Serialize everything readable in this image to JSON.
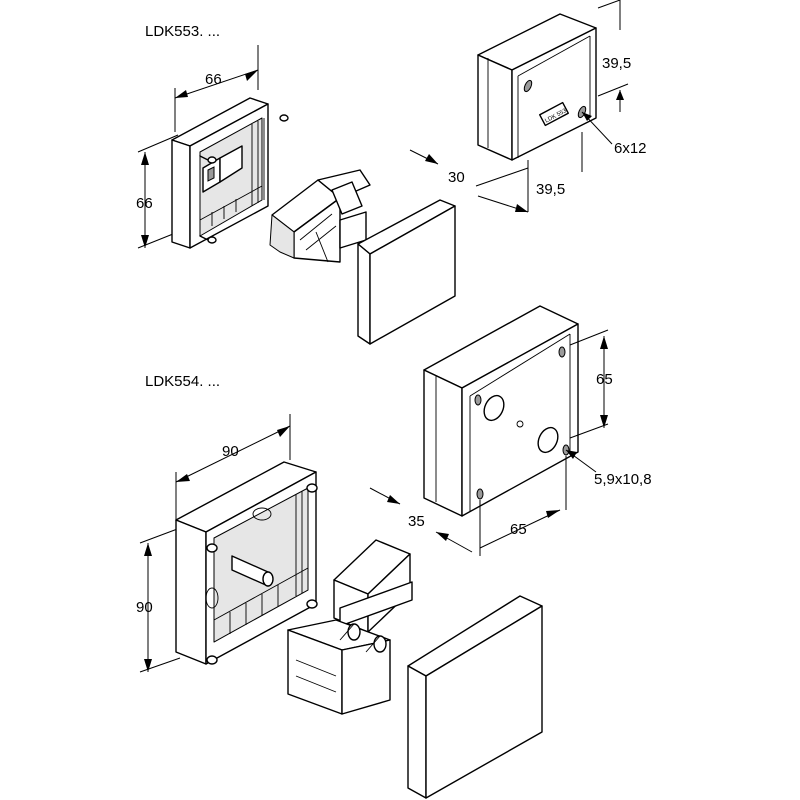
{
  "sections": [
    {
      "title": "LDK553. ...",
      "dimensions": {
        "width": "66",
        "height": "66",
        "depth": "30",
        "hole_spacing_vertical": "39,5",
        "hole_spacing_horizontal": "39,5",
        "slot_size": "6x12"
      },
      "lid_label": "LDK 553"
    },
    {
      "title": "LDK554. ...",
      "dimensions": {
        "width": "90",
        "height": "90",
        "depth": "35",
        "hole_spacing_vertical": "65",
        "hole_spacing_horizontal": "65",
        "slot_size": "5,9x10,8"
      }
    }
  ]
}
